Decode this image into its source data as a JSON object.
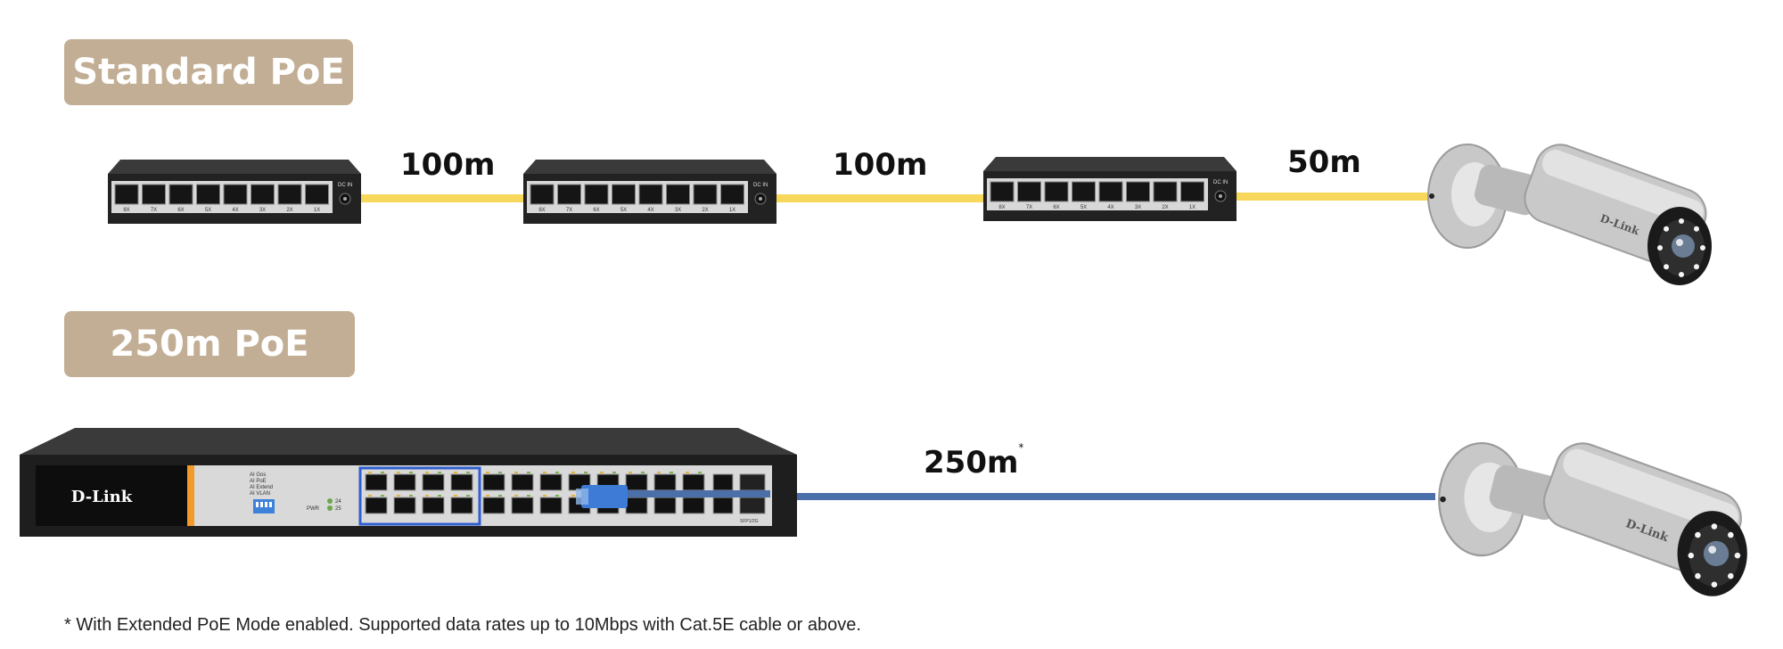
{
  "standard": {
    "label": "Standard PoE",
    "segments": [
      "100m",
      "100m",
      "50m"
    ],
    "switch_port_labels": [
      "8X",
      "7X",
      "6X",
      "5X",
      "4X",
      "3X",
      "2X",
      "1X"
    ],
    "switch_dc_label": "DC IN",
    "camera_brand": "D-Link"
  },
  "extended": {
    "label": "250m PoE",
    "distance": "250m",
    "distance_marker": "*",
    "switch_brand": "D-Link",
    "dip_labels": [
      "AI Gos",
      "AI PoE",
      "AI Extend",
      "AI VLAN"
    ],
    "led_labels": [
      "24",
      "25"
    ],
    "power_label": "PWR",
    "sfp_label": "SFP1/2G",
    "camera_brand": "D-Link"
  },
  "footnote": "* With Extended PoE Mode enabled. Supported data rates up to 10Mbps with Cat.5E cable or above.",
  "colors": {
    "badge": "#c2ae94",
    "standard_cable": "#f7d85a",
    "extended_cable": "#4a6fa9",
    "switch_body": "#2b2b2b",
    "accent_orange": "#f39a2d",
    "highlight_blue": "#2f5fd0"
  },
  "icons": [
    "switch-8port",
    "switch-24port",
    "bullet-camera",
    "network-cable"
  ]
}
